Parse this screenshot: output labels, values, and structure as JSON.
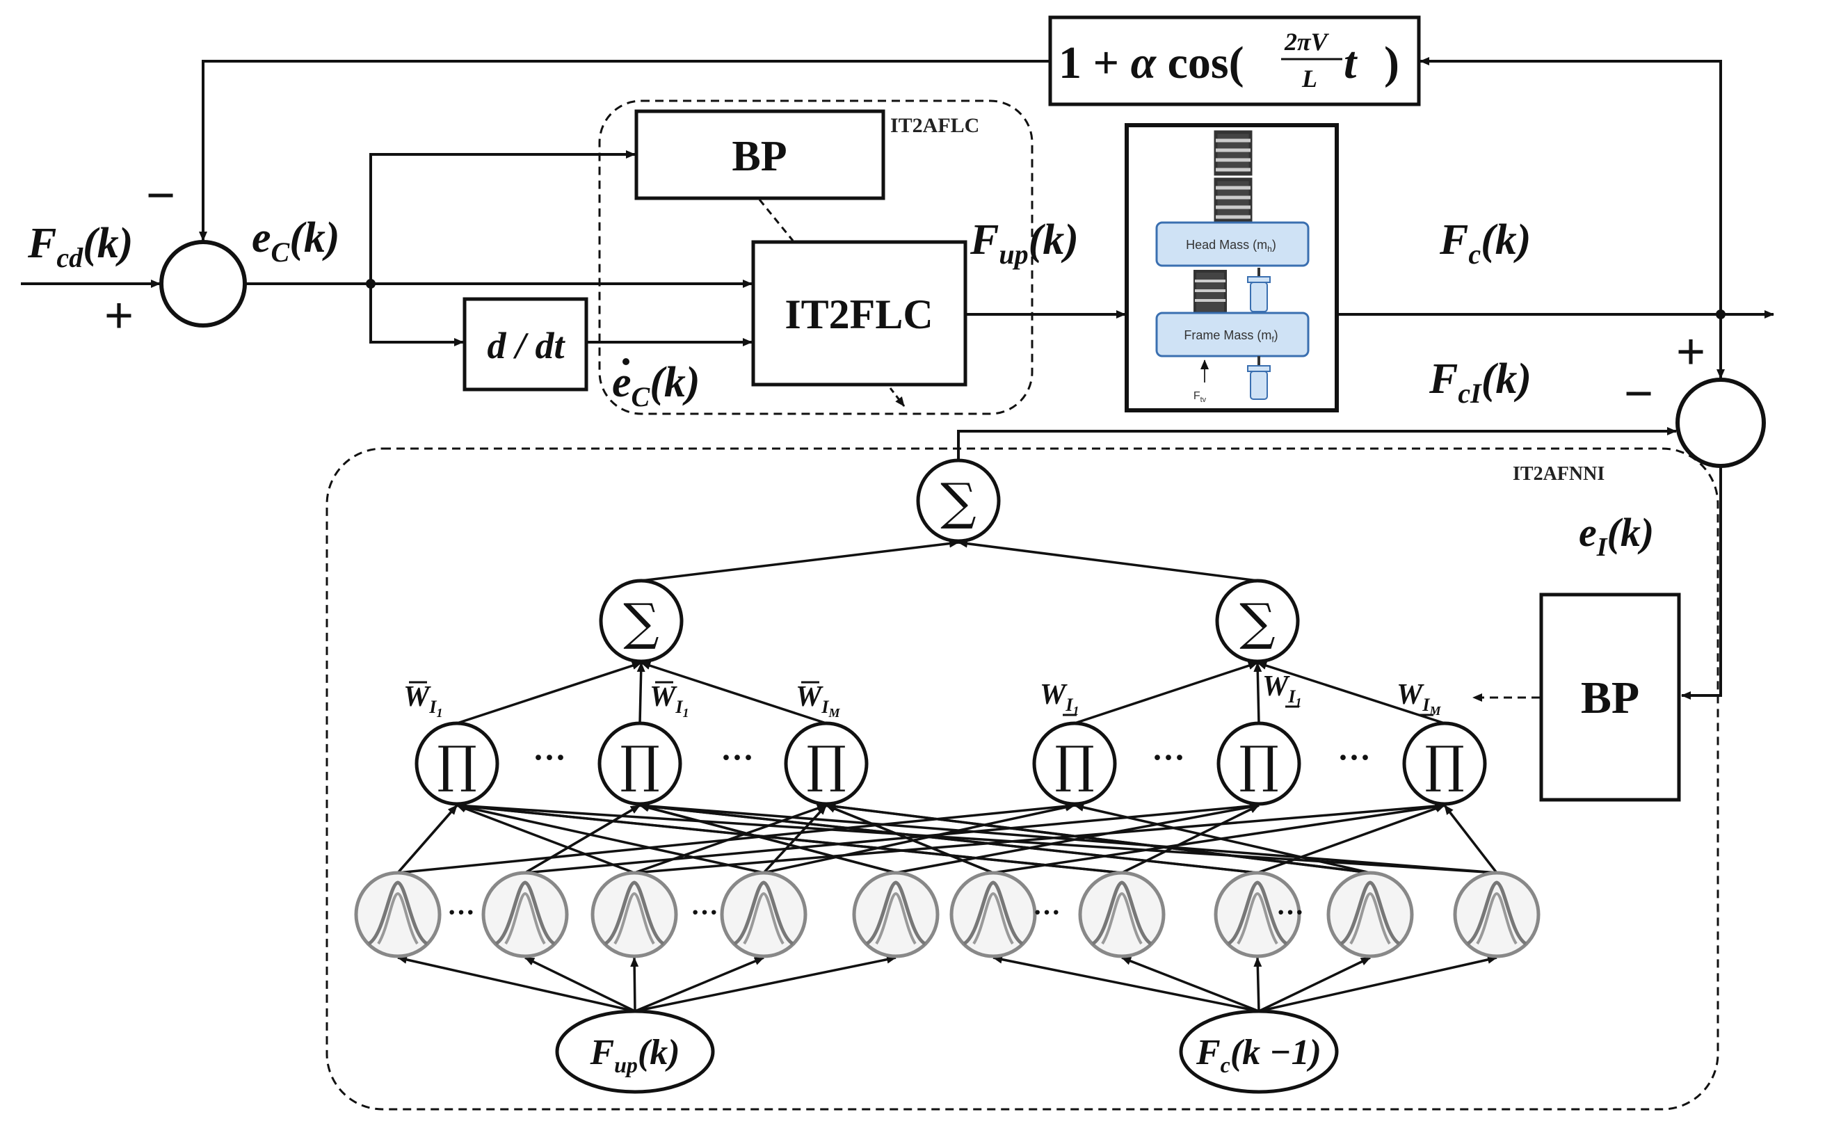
{
  "feedback_block": {
    "lead": "1 + ",
    "alpha": "α",
    "cos": " cos(",
    "num": "2πV",
    "den": "L",
    "t": " t",
    "close": ")"
  },
  "controller": {
    "group_label": "IT2AFLC",
    "bp_label": "BP",
    "flc_label": "IT2FLC",
    "deriv_label": "d / dt"
  },
  "identifier": {
    "group_label": "IT2AFNNI",
    "bp_label": "BP"
  },
  "signals": {
    "fcd_main": "F",
    "fcd_sub": "cd",
    "fcd_arg": "(k)",
    "ec_main": "e",
    "ec_sub": "C",
    "ec_arg": "(k)",
    "ecdot_main": "e",
    "ecdot_sub": "C",
    "ecdot_arg": "(k)",
    "fup_main": "F",
    "fup_sub": "up",
    "fup_arg": "(k)",
    "fc_main": "F",
    "fc_sub": "c",
    "fc_arg": "(k)",
    "fc1_main": "F",
    "fc1_sub": "cI",
    "fc1_arg": "(k)",
    "ei_main": "e",
    "ei_sub": "I",
    "ei_arg": "(k)"
  },
  "signs": {
    "sum1_minus": "−",
    "sum1_plus": "+",
    "sum2_plus": "+",
    "sum2_minus": "−"
  },
  "plant": {
    "head_mass": "Head Mass (m",
    "head_sub": "h",
    "frame_mass": "Frame Mass (m",
    "frame_sub": "f",
    "force": "F",
    "force_sub": "tv",
    "close": ")"
  },
  "network": {
    "sum_symbol": "∑",
    "prod_symbol": "∏",
    "dots": "···",
    "mf_dots": "···",
    "weights": [
      {
        "main": "W",
        "sub": "I",
        "sub2": "1"
      },
      {
        "main": "W",
        "sub": "I",
        "sub2": "1"
      },
      {
        "main": "W",
        "sub": "I",
        "sub2": "M"
      },
      {
        "main": "W",
        "sub": "I",
        "sub2": "1"
      },
      {
        "main": "W",
        "sub": "I",
        "sub2": "1"
      },
      {
        "main": "W",
        "sub": "I",
        "sub2": "M"
      }
    ],
    "input1_main": "F",
    "input1_sub": "up",
    "input1_arg": "(k)",
    "input2_main": "F",
    "input2_sub": "c",
    "input2_arg": "(k −1)"
  },
  "colors": {
    "line": "#111111",
    "plant_blue": "#cfe2f5",
    "plant_border": "#3a6fb0",
    "mf_gray": "#888888"
  }
}
